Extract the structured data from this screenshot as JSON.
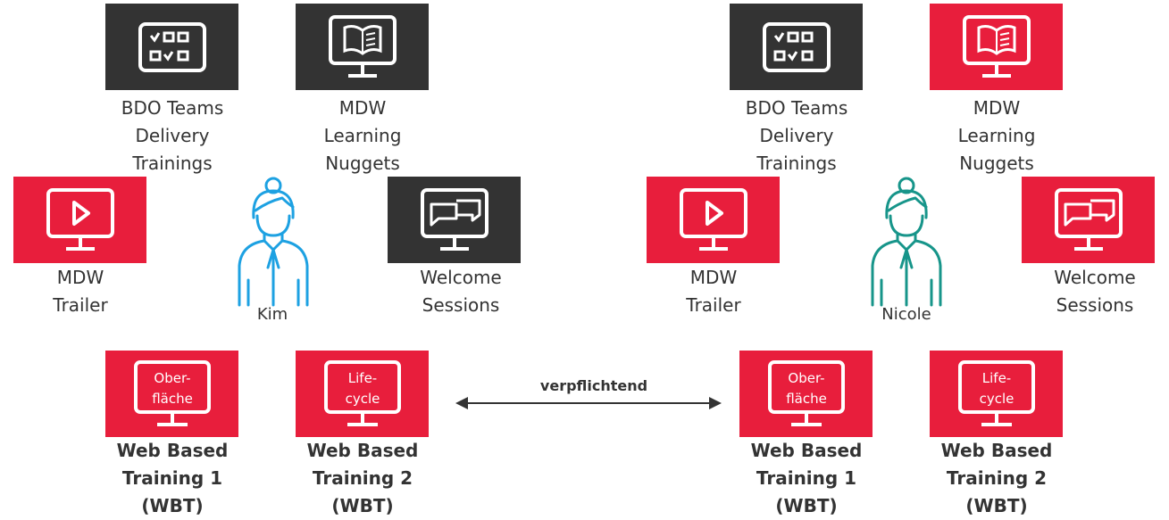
{
  "colors": {
    "red": "#e81e3c",
    "dark": "#333333",
    "kim": "#1da1e2",
    "nicole": "#17958a"
  },
  "left": {
    "person": "Kim",
    "tiles": [
      {
        "id": "bdo",
        "label": "BDO Teams\nDelivery\nTrainings",
        "icon": "checklist-icon",
        "style": "dark"
      },
      {
        "id": "nuggets",
        "label": "MDW\nLearning\nNuggets",
        "icon": "book-monitor-icon",
        "style": "dark"
      },
      {
        "id": "trailer",
        "label": "MDW\nTrailer",
        "icon": "play-monitor-icon",
        "style": "red"
      },
      {
        "id": "welcome",
        "label": "Welcome\nSessions",
        "icon": "chat-monitor-icon",
        "style": "dark"
      },
      {
        "id": "wbt1",
        "screen_text": [
          "Ober-",
          "fläche"
        ],
        "label": "Web Based\nTraining 1\n(WBT)",
        "style": "red"
      },
      {
        "id": "wbt2",
        "screen_text": [
          "Life-",
          "cycle"
        ],
        "label": "Web Based\nTraining 2\n(WBT)",
        "style": "red"
      }
    ]
  },
  "right": {
    "person": "Nicole",
    "tiles": [
      {
        "id": "bdo",
        "label": "BDO Teams\nDelivery\nTrainings",
        "icon": "checklist-icon",
        "style": "dark"
      },
      {
        "id": "nuggets",
        "label": "MDW\nLearning\nNuggets",
        "icon": "book-monitor-icon",
        "style": "red"
      },
      {
        "id": "trailer",
        "label": "MDW\nTrailer",
        "icon": "play-monitor-icon",
        "style": "red"
      },
      {
        "id": "welcome",
        "label": "Welcome\nSessions",
        "icon": "chat-monitor-icon",
        "style": "red"
      },
      {
        "id": "wbt1",
        "screen_text": [
          "Ober-",
          "fläche"
        ],
        "label": "Web Based\nTraining 1\n(WBT)",
        "style": "red"
      },
      {
        "id": "wbt2",
        "screen_text": [
          "Life-",
          "cycle"
        ],
        "label": "Web Based\nTraining 2\n(WBT)",
        "style": "red"
      }
    ]
  },
  "arrow_label": "verpflichtend"
}
